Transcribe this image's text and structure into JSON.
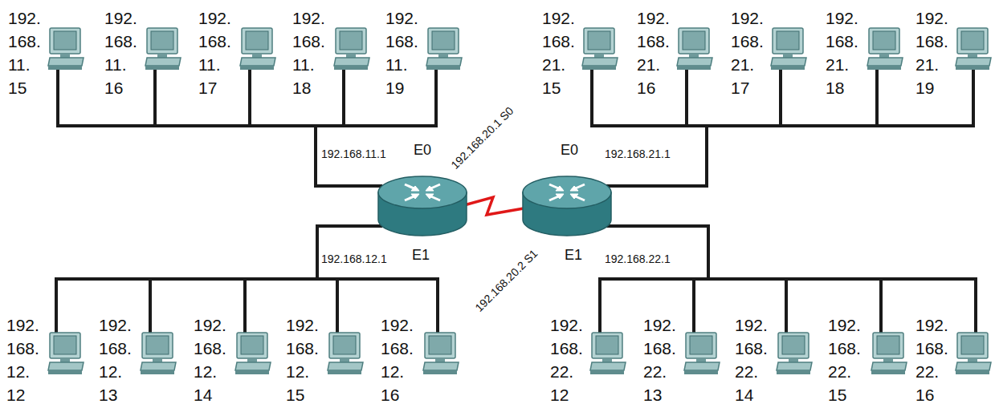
{
  "diagram": {
    "labels": [
      "192. 168. 11. 15",
      "192. 168. 11. 16",
      "192. 168. 11. 17",
      "192. 168. 11. 18",
      "192. 168. 11. 19",
      "192. 168. 21. 15",
      "192. 168. 21. 16",
      "192. 168. 21. 17",
      "192. 168. 21. 18",
      "192. 168. 21. 19",
      "192.168.11.1",
      "E0",
      "192.168.20.1 S0",
      "E0",
      "192.168.21.1",
      "192.168.12.1",
      "E1",
      "192.168.20.2 S1",
      "E1",
      "192.168.22.1",
      "192. 168. 12. 12",
      "192. 168. 12. 13",
      "192. 168. 12. 14",
      "192. 168. 12. 15",
      "192. 168. 12. 16",
      "192. 168. 22. 12",
      "192. 168. 22. 13",
      "192. 168. 22. 14",
      "192. 168. 22. 15",
      "192. 168. 22. 16"
    ]
  }
}
